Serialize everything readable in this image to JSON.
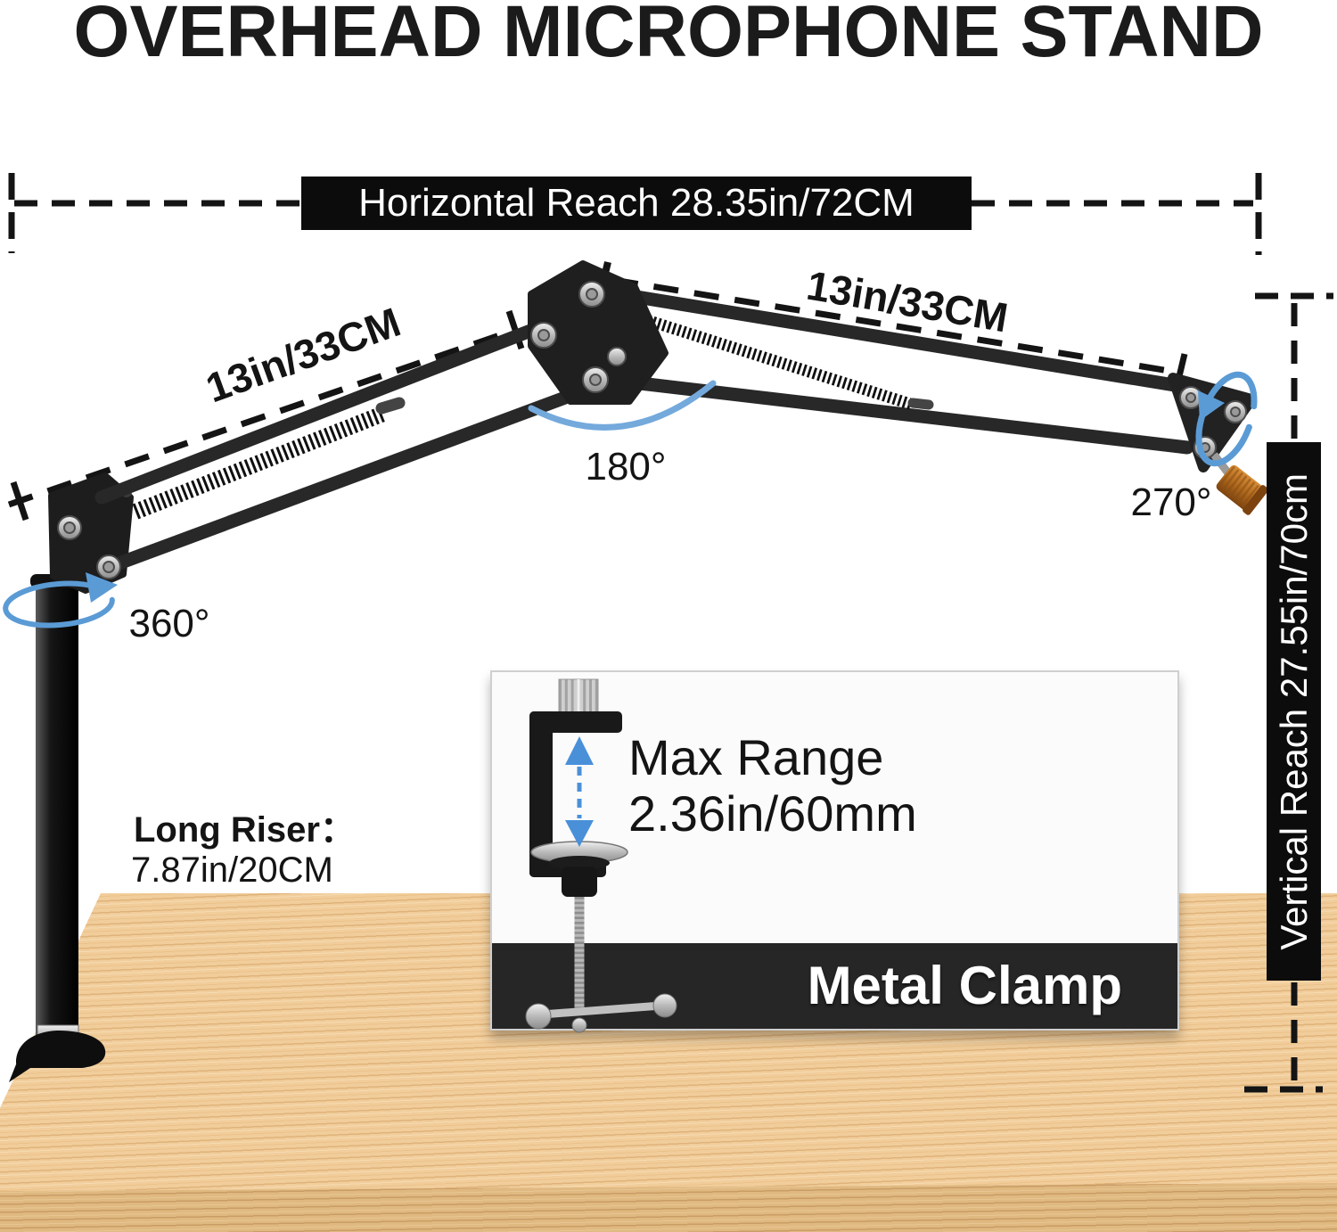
{
  "title": "OVERHEAD MICROPHONE STAND",
  "banners": {
    "horizontal_reach": "Horizontal Reach 28.35in/72CM",
    "vertical_reach": "Vertical Reach 27.55in/70cm"
  },
  "arm_labels": {
    "left": "13in/33CM",
    "right": "13in/33CM"
  },
  "angles": {
    "boom_swivel": "180°",
    "mic_thread": "270°",
    "base_rotation": "360°"
  },
  "riser": {
    "label": "Long Riser：",
    "value": "7.87in/20CM"
  },
  "clamp_inset": {
    "line1": "Max Range",
    "line2": "2.36in/60mm",
    "caption": "Metal Clamp"
  },
  "icons": {
    "rotation_360": "ellipse-arrow",
    "swivel_180": "arc",
    "rotation_270": "ring-arrow",
    "max_range": "dashed-double-arrow",
    "springs": "coil-spring"
  },
  "colors": {
    "accent_blue": "#5b9bd5",
    "arc_blue": "#74a9dc",
    "clamp_arrow_blue": "#4a90d9",
    "banner_bg": "#0c0c0c",
    "caption_band_bg": "#262626",
    "brass": "#b06a1e",
    "wood_top": "#f1cd9b",
    "wood_front": "#e0b981",
    "text_dark": "#141414"
  }
}
